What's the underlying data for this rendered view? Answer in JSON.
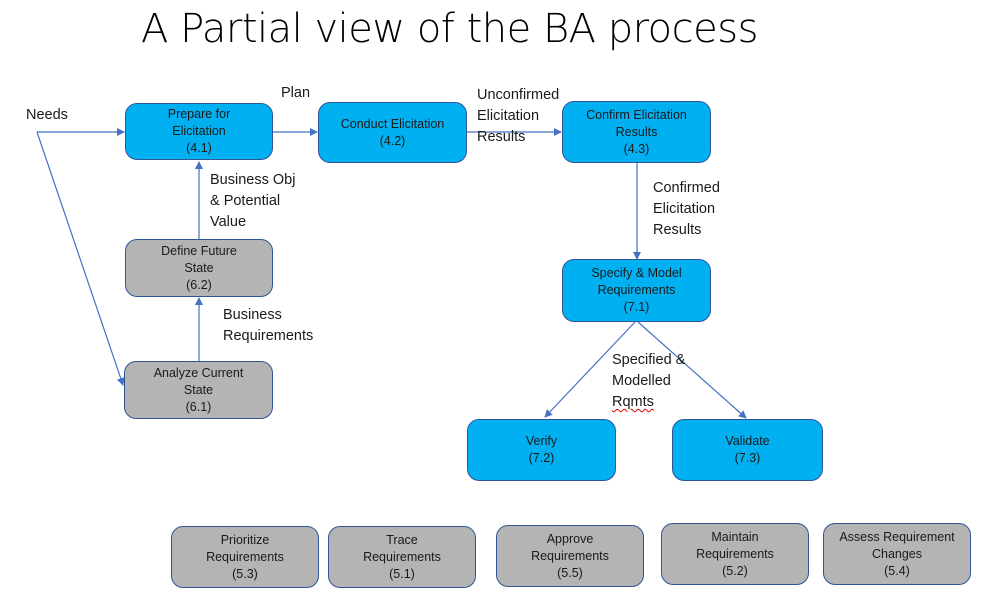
{
  "title": "A Partial view of the BA process",
  "nodes": {
    "prepare": {
      "name": "Prepare for",
      "name2": "Elicitation",
      "code": "(4.1)"
    },
    "conduct": {
      "name": "Conduct Elicitation",
      "code": "(4.2)"
    },
    "confirm": {
      "name": "Confirm Elicitation",
      "name2": "Results",
      "code": "(4.3)"
    },
    "define_future": {
      "name": "Define Future",
      "name2": "State",
      "code": "(6.2)"
    },
    "analyze_current": {
      "name": "Analyze Current",
      "name2": "State",
      "code": "(6.1)"
    },
    "specify_model": {
      "name": "Specify & Model",
      "name2": "Requirements",
      "code": "(7.1)"
    },
    "verify": {
      "name": "Verify",
      "code": "(7.2)"
    },
    "validate": {
      "name": "Validate",
      "code": "(7.3)"
    },
    "prioritize": {
      "name": "Prioritize",
      "name2": "Requirements",
      "code": "(5.3)"
    },
    "trace": {
      "name": "Trace",
      "name2": "Requirements",
      "code": "(5.1)"
    },
    "approve": {
      "name": "Approve",
      "name2": "Requirements",
      "code": "(5.5)"
    },
    "maintain": {
      "name": "Maintain",
      "name2": "Requirements",
      "code": "(5.2)"
    },
    "assess": {
      "name": "Assess Requirement",
      "name2": "Changes",
      "code": "(5.4)"
    }
  },
  "edge_labels": {
    "needs": "Needs",
    "plan": "Plan",
    "unconfirmed": [
      "Unconfirmed",
      "Elicitation",
      "Results"
    ],
    "business_obj": [
      "Business Obj",
      "& Potential",
      "Value"
    ],
    "confirmed": [
      "Confirmed",
      "Elicitation",
      "Results"
    ],
    "business_req": [
      "Business",
      "Requirements"
    ],
    "specified": [
      "Specified &",
      "Modelled",
      "Rqmts"
    ]
  },
  "colors": {
    "active_fill": "#00b0f0",
    "inactive_fill": "#b4b4b4",
    "border": "#2f5597",
    "connector": "#4472c4"
  }
}
